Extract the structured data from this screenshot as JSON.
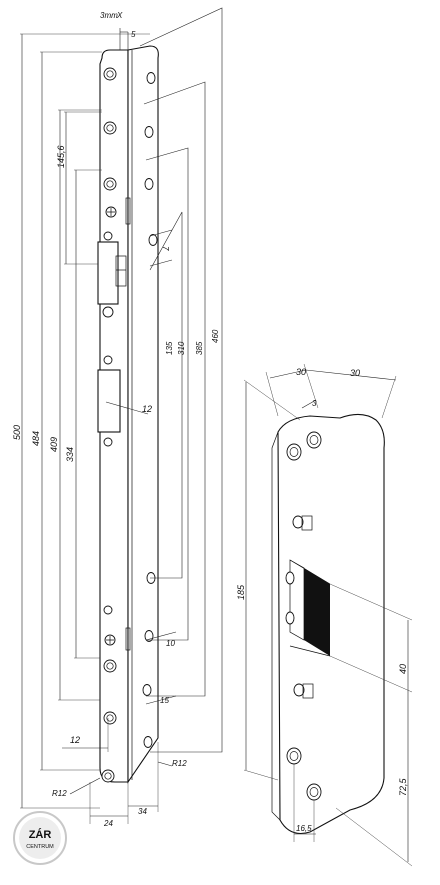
{
  "drawing": {
    "left_strip": {
      "dims": {
        "total_500": "500",
        "d484": "484",
        "d409": "409",
        "d334": "334",
        "d145_6": "145,6",
        "d12_bottom": "12",
        "r12_bottom": "R12",
        "w24": "24",
        "thickness_3mm": "3mm",
        "x_mark": "X",
        "d5": "5",
        "d7": "7",
        "d12_window": "12",
        "d135": "135",
        "d310": "310",
        "d385": "385",
        "d460": "460",
        "d10": "10",
        "d15": "15",
        "r12_side": "R12",
        "w34": "34"
      }
    },
    "right_plate": {
      "dims": {
        "w30_left": "30",
        "w30_right": "30",
        "small_3": "3",
        "h185": "185",
        "h40": "40",
        "h72_5": "72,5",
        "w16_5": "16,5"
      }
    }
  },
  "logo": {
    "line1": "ZÁR",
    "line2": "CENTRUM"
  },
  "colors": {
    "line": "#111111",
    "logo": "#c8c8c8",
    "slot_fill": "#111111"
  }
}
